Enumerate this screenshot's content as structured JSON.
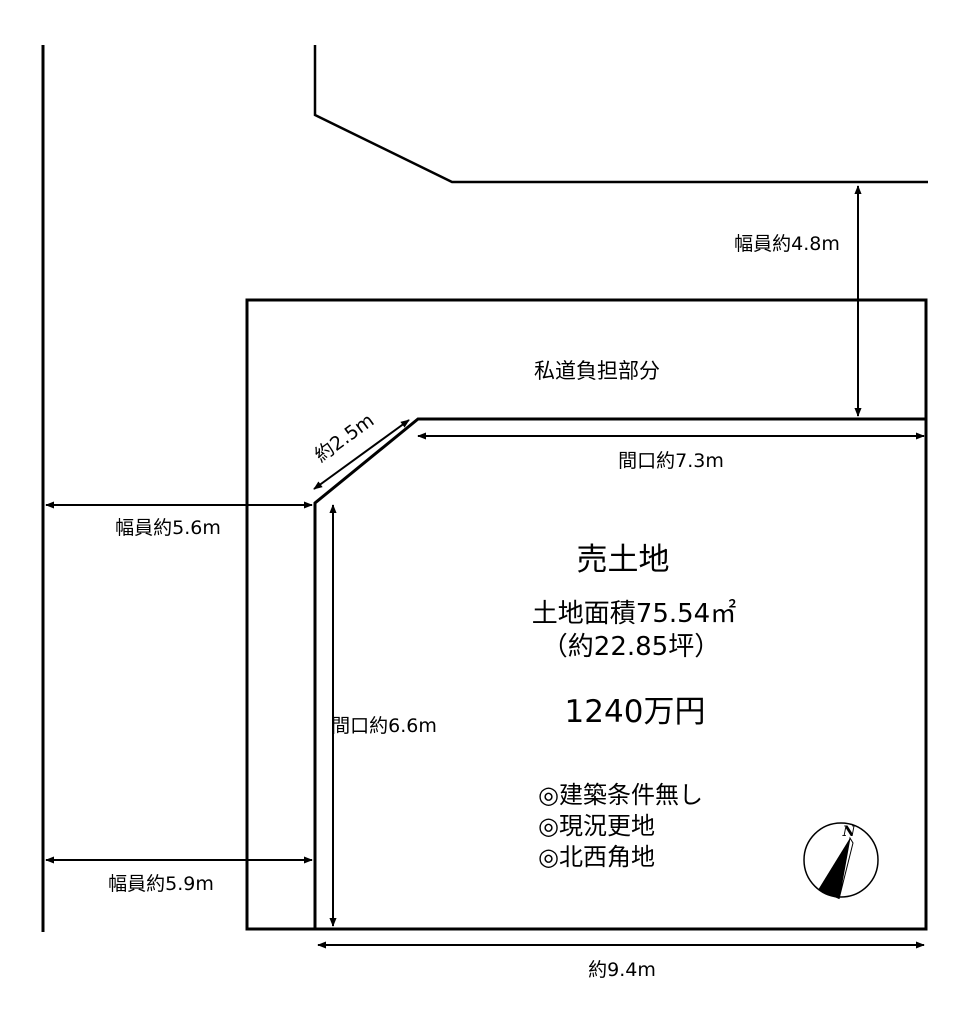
{
  "labels": {
    "road_width_top": "幅員約4.8m",
    "private_road": "私道負担部分",
    "corner_cut": "約2.5m",
    "frontage_top": "間口約7.3m",
    "road_width_left_upper": "幅員約5.6m",
    "road_width_left_lower": "幅員約5.9m",
    "frontage_left": "間口約6.6m",
    "bottom_width": "約9.4m"
  },
  "info": {
    "title": "売土地",
    "area": "土地面積75.54㎡",
    "area_tsubo": "（約22.85坪）",
    "price": "1240万円",
    "notes": [
      "◎建築条件無し",
      "◎現況更地",
      "◎北西角地"
    ]
  },
  "compass": {
    "label": "N"
  }
}
